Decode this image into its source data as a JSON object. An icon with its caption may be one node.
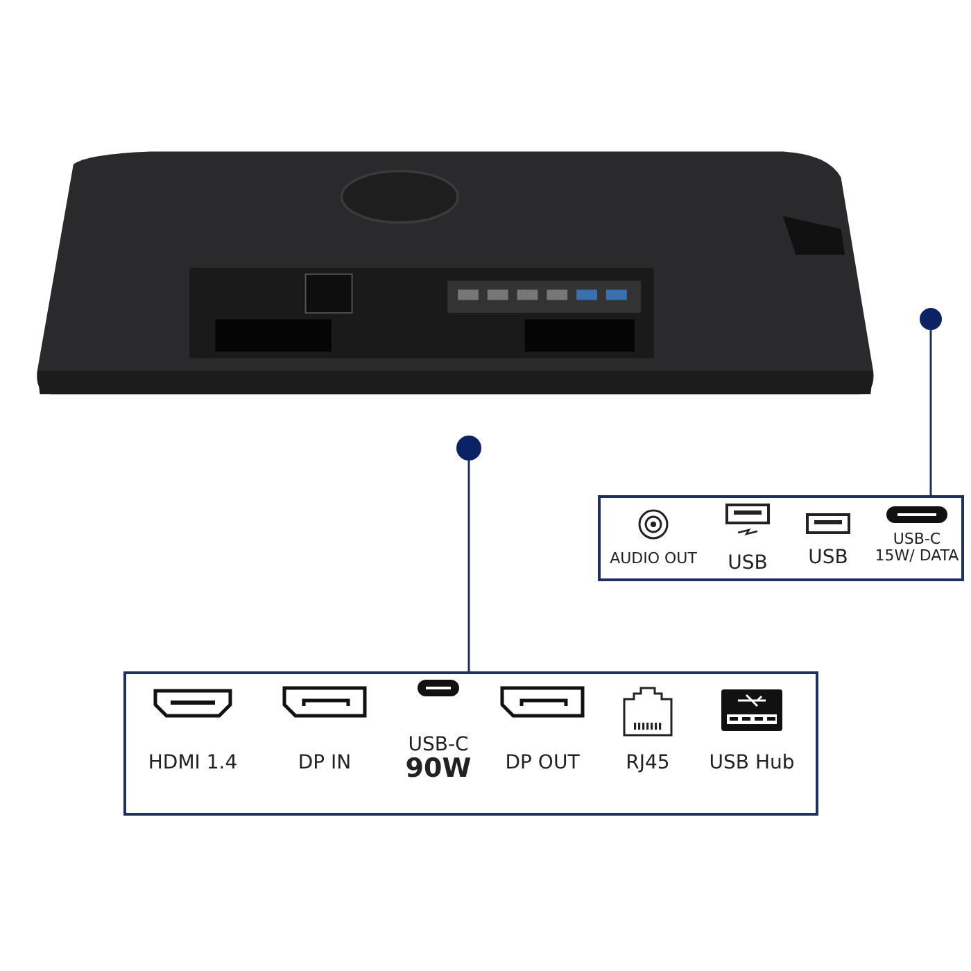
{
  "diagram": {
    "nodes": [
      {
        "text": [],
        "shape": "picture"
      },
      {
        "text": [],
        "shape": "circle"
      },
      {
        "text": [],
        "shape": "box"
      },
      {
        "text": [],
        "shape": "circle"
      },
      {
        "text": [],
        "shape": "box"
      }
    ],
    "edges": [
      {
        "from": 1,
        "to": 2,
        "arrow": "none"
      },
      {
        "from": 3,
        "to": 4,
        "arrow": "none"
      }
    ],
    "labels": [
      "AUDIO OUT",
      "USB",
      "USB",
      "USB-C 15W/ DATA",
      "HDMI 1.4",
      "DP IN",
      "USB-C **90W**",
      "DP OUT",
      "RJ45",
      "USB Hub"
    ]
  }
}
